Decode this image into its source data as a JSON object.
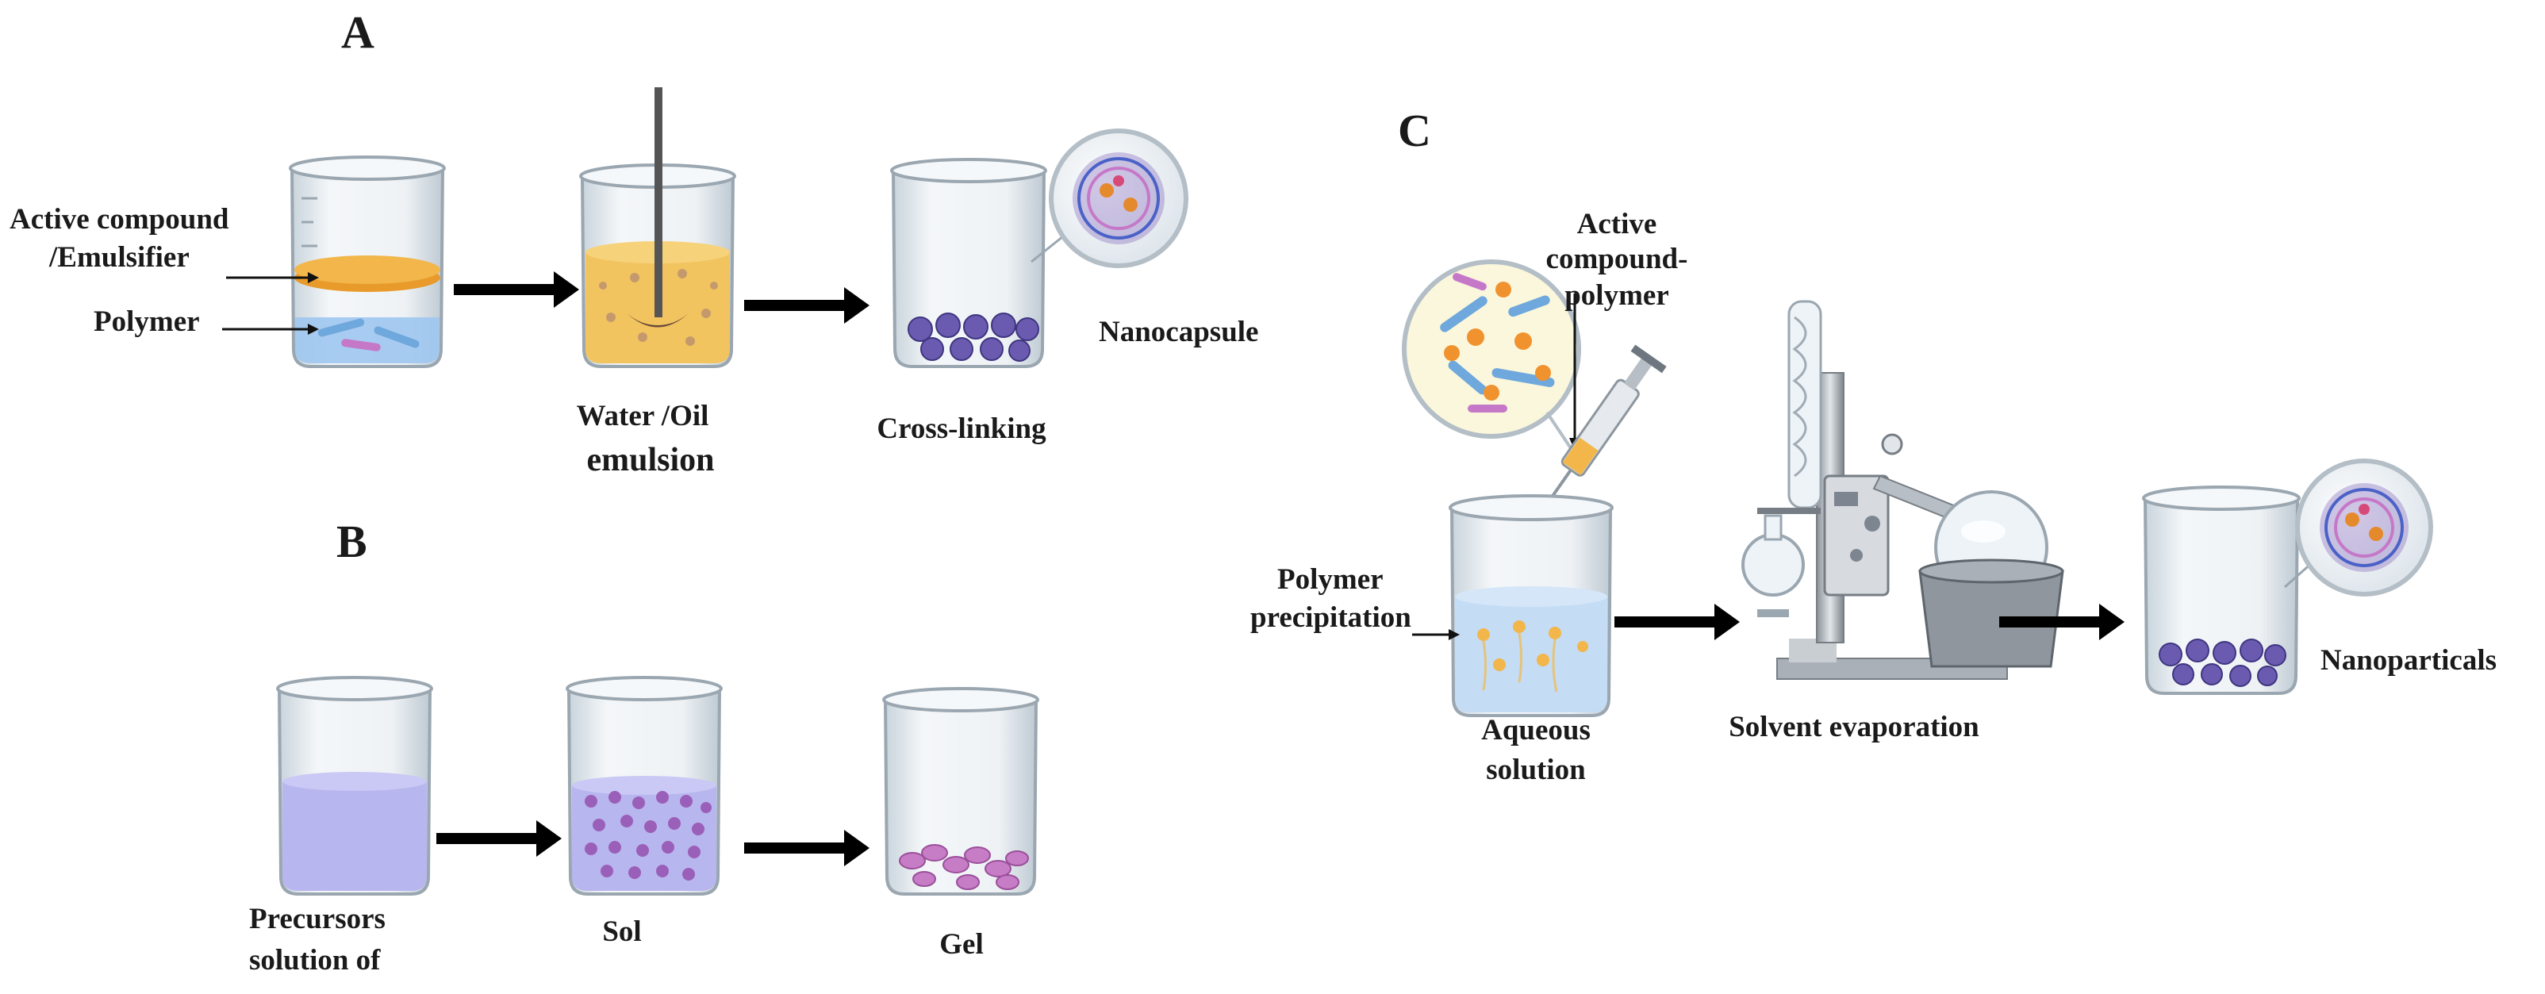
{
  "panels": {
    "a": "A",
    "b": "B",
    "c": "C"
  },
  "panel_a": {
    "active_line1": "Active compound",
    "active_line2": "/Emulsifier",
    "polymer": "Polymer",
    "emulsion_line1": "Water /Oil",
    "emulsion_line2": "emulsion",
    "crosslinking": "Cross-linking",
    "nanocapsule": "Nanocapsule"
  },
  "panel_b": {
    "precursors_line1": "Precursors",
    "precursors_line2": "solution of",
    "sol": "Sol",
    "gel": "Gel"
  },
  "panel_c": {
    "active_line1": "Active",
    "active_line2": "compound-",
    "active_line3": "polymer",
    "precip_line1": "Polymer",
    "precip_line2": "precipitation",
    "aqueous_line1": "Aqueous",
    "aqueous_line2": "solution",
    "evaporation": "Solvent evaporation",
    "nanoparticals": "Nanoparticals"
  },
  "colors": {
    "oil_orange": "#f2b64a",
    "water_blue": "#9ec7ef",
    "precursor_purple": "#b8b6ee",
    "particle_purple": "#7b64b8",
    "gel_pink": "#c77cc6",
    "arrow": "#000000"
  }
}
